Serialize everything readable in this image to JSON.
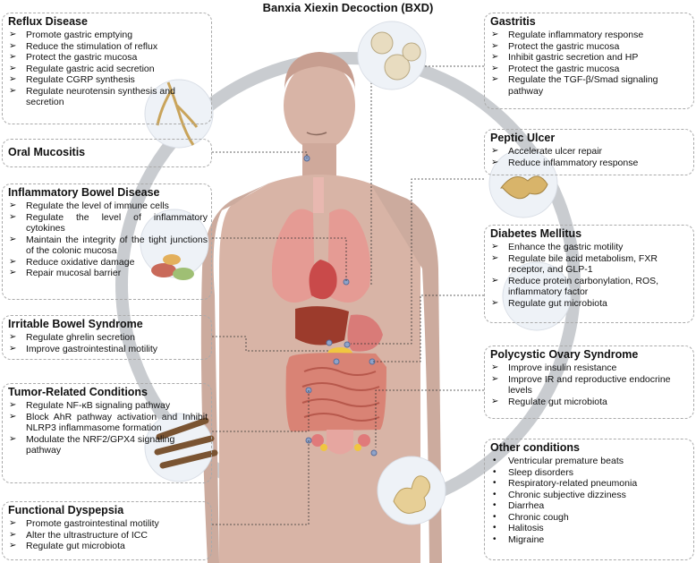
{
  "title": "Banxia Xiexin Decoction (BXD)",
  "colors": {
    "ring": "#c9ccd0",
    "skin": "#d8b4a6",
    "organ_red": "#d97b78",
    "liver": "#9c3b2c",
    "intestine": "#e39a8a",
    "box_border": "#aaaaaa"
  },
  "left_boxes": [
    {
      "id": "reflux",
      "title": "Reflux Disease",
      "marker": "arrow",
      "items": [
        "Promote gastric emptying",
        "Reduce the stimulation of reflux",
        "Protect the gastric mucosa",
        "Regulate gastric acid secretion",
        "Regulate CGRP synthesis",
        "Regulate neurotensin synthesis and secretion"
      ]
    },
    {
      "id": "oral",
      "title": "Oral Mucositis",
      "marker": "arrow",
      "items": []
    },
    {
      "id": "ibd",
      "title": "Inflammatory Bowel Disease",
      "marker": "arrow",
      "items": [
        "Regulate the level of immune cells",
        "Regulate the level of inflammatory cytokines",
        "Maintain the integrity of the tight junctions of the colonic mucosa",
        "Reduce oxidative damage",
        "Repair mucosal barrier"
      ]
    },
    {
      "id": "ibs",
      "title": "Irritable Bowel Syndrome",
      "marker": "arrow",
      "items": [
        "Regulate ghrelin secretion",
        "Improve gastrointestinal motility"
      ]
    },
    {
      "id": "tumor",
      "title": "Tumor-Related Conditions",
      "marker": "arrow",
      "items": [
        "Regulate NF-κB signaling pathway",
        "Block AhR pathway activation and Inhibit NLRP3 inflammasome formation",
        "Modulate the NRF2/GPX4 signaling pathway"
      ]
    },
    {
      "id": "fd",
      "title": "Functional Dyspepsia",
      "marker": "arrow",
      "items": [
        "Promote gastrointestinal motility",
        "Alter the ultrastructure of ICC",
        "Regulate gut microbiota"
      ]
    }
  ],
  "right_boxes": [
    {
      "id": "gastritis",
      "title": "Gastritis",
      "marker": "arrow",
      "items": [
        "Regulate inflammatory response",
        "Protect the gastric mucosa",
        "Inhibit gastric secretion and HP",
        "Protect the gastric mucosa",
        "Regulate the TGF-β/Smad signaling pathway"
      ]
    },
    {
      "id": "peptic",
      "title": "Peptic Ulcer",
      "marker": "arrow",
      "items": [
        "Accelerate ulcer repair",
        "Reduce inflammatory response"
      ]
    },
    {
      "id": "diabetes",
      "title": "Diabetes Mellitus",
      "marker": "arrow",
      "items": [
        "Enhance the gastric motility",
        "Regulate bile acid metabolism, FXR receptor, and GLP-1",
        "Reduce protein carbonylation, ROS, inflammatory factor",
        "Regulate gut microbiota"
      ]
    },
    {
      "id": "pcos",
      "title": "Polycystic Ovary Syndrome",
      "marker": "arrow",
      "items": [
        "Improve insulin resistance",
        "Improve IR and reproductive endocrine levels",
        "Regulate gut microbiota"
      ]
    },
    {
      "id": "other",
      "title": "Other conditions",
      "marker": "dot",
      "items": [
        "Ventricular premature beats",
        "Sleep disorders",
        "Respiratory-related pneumonia",
        "Chronic subjective dizziness",
        "Diarrhea",
        "Chronic cough",
        "Halitosis",
        "Migraine"
      ]
    }
  ]
}
